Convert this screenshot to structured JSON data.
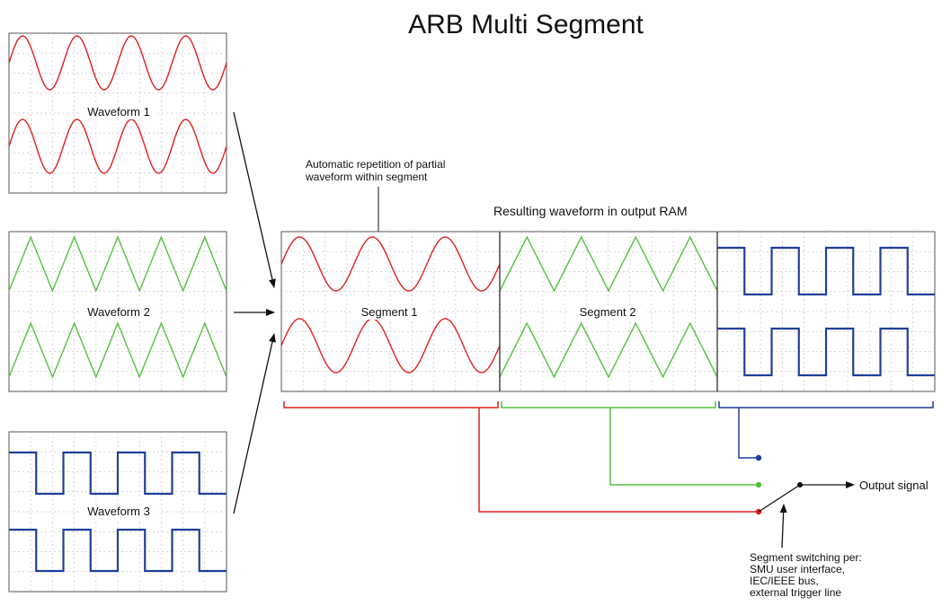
{
  "title": "ARB Multi Segment",
  "colors": {
    "sine": "#e02020",
    "triangle": "#55c040",
    "square": "#1f3f99",
    "square_light": "#8aa0d8",
    "grid": "#c8c8c8",
    "frame": "#555555",
    "arrow": "#111111"
  },
  "source_waveforms": [
    {
      "label": "Waveform 1",
      "shape": "sine",
      "cycles": 4
    },
    {
      "label": "Waveform 2",
      "shape": "triangle",
      "cycles": 5
    },
    {
      "label": "Waveform 3",
      "shape": "square",
      "cycles": 4
    }
  ],
  "annotation_repetition": [
    "Automatic repetition of partial",
    "waveform within segment"
  ],
  "output_ram_label": "Resulting waveform in output RAM",
  "segments": [
    {
      "label": "Segment 1",
      "shape": "sine"
    },
    {
      "label": "Segment 2",
      "shape": "triangle"
    },
    {
      "label": "",
      "shape": "square"
    }
  ],
  "output_label": "Output signal",
  "switching_text": [
    "Segment switching per:",
    "SMU user interface,",
    "IEC/IEEE bus,",
    "external trigger line"
  ]
}
